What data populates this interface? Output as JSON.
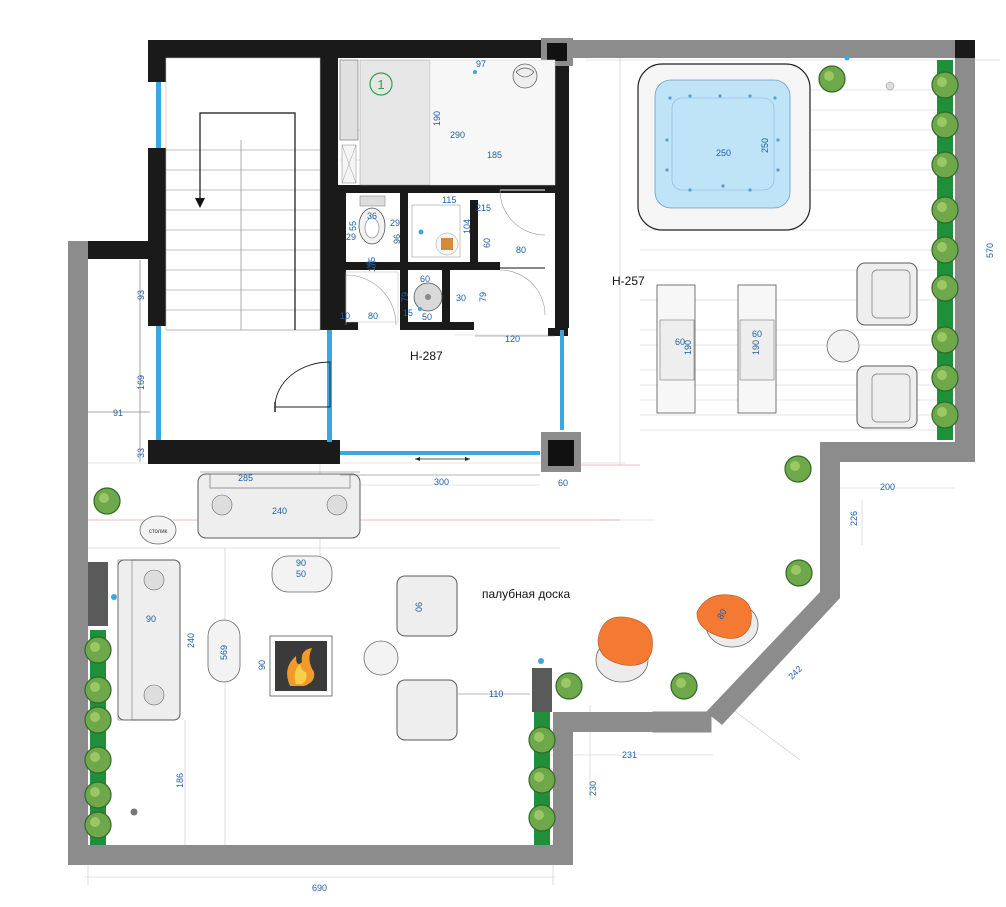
{
  "room_labels": {
    "main_floor": "H-287",
    "terrace": "H-257",
    "deck": "палубная доска",
    "table_tag": "столик",
    "room_number": "1"
  },
  "dimensions": {
    "d97": "97",
    "d190a": "190",
    "d290": "290",
    "d185": "185",
    "d36": "36",
    "d29a": "29",
    "d29b": "29",
    "d55": "55",
    "d96": "96",
    "d115": "115",
    "d215": "215",
    "d104": "104",
    "d60a": "60",
    "d80a": "80",
    "d175": "175",
    "d95": "95",
    "d60b": "60",
    "d79a": "79",
    "d30": "30",
    "d79b": "79",
    "d10": "10",
    "d80b": "80",
    "d15": "15",
    "d50a": "50",
    "d120": "120",
    "d93": "93",
    "d169": "169",
    "d91": "91",
    "d33": "33",
    "d250a": "250",
    "d250b": "250",
    "d570": "570",
    "d60c": "60",
    "d190b": "190",
    "d60d": "60",
    "d190c": "190",
    "d285": "285",
    "d240a": "240",
    "d300": "300",
    "d60e": "60",
    "d200": "200",
    "d226": "226",
    "d90a": "90",
    "d50b": "50",
    "d90b": "90",
    "d240b": "240",
    "d569": "569",
    "d90c": "90",
    "d06": "06",
    "d110": "110",
    "d80c": "80",
    "d242": "242",
    "d231": "231",
    "d230": "230",
    "d186": "186",
    "d690": "690"
  },
  "colors": {
    "glass": "#3aa7e0",
    "accent_chair": "#f47a34",
    "plant_green": "#2fb04a",
    "jacuzzi_water": "#bfe3f7"
  }
}
